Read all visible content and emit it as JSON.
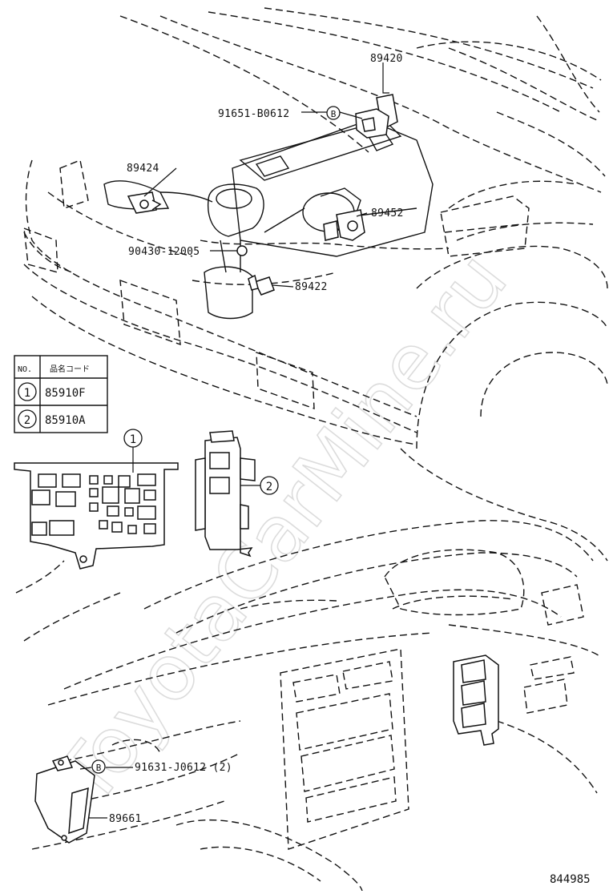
{
  "watermark": "ToyotaCarMine.ru",
  "diagram_id": "844985",
  "callouts": {
    "p89420": "89420",
    "p91651": "91651-B0612",
    "p89424": "89424",
    "p89452": "89452",
    "p90430": "90430-12005",
    "p89422": "89422",
    "p91631": "91631-J0612 (2)",
    "p89661": "89661"
  },
  "circle_marks": {
    "b_upper": "B",
    "b_lower": "B",
    "one": "1",
    "two": "2"
  },
  "table": {
    "header_no": "NO.",
    "header_code": "品名コード",
    "rows": [
      {
        "no": "1",
        "code": "85910F"
      },
      {
        "no": "2",
        "code": "85910A"
      }
    ]
  }
}
